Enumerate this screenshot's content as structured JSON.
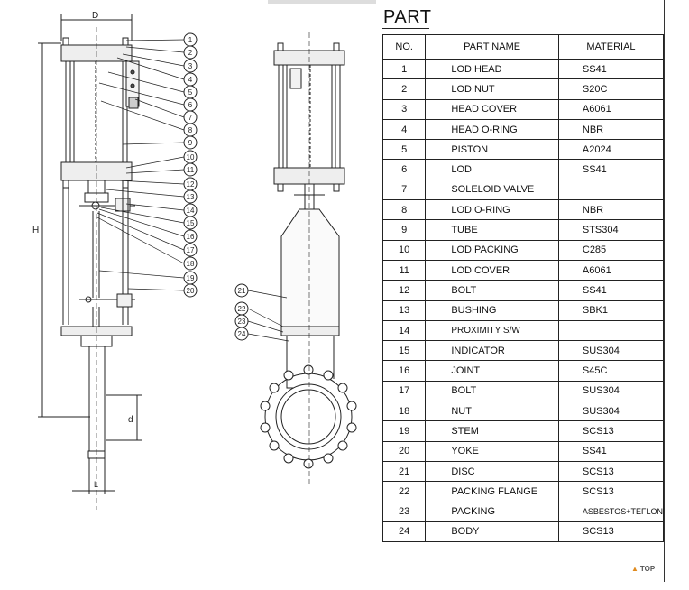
{
  "part_title": "PART",
  "columns": {
    "no": "NO.",
    "name": "PART  NAME",
    "material": "MATERIAL"
  },
  "parts": [
    {
      "no": "1",
      "name": "LOD HEAD",
      "material": "SS41"
    },
    {
      "no": "2",
      "name": "LOD NUT",
      "material": "S20C"
    },
    {
      "no": "3",
      "name": "HEAD COVER",
      "material": "A6061"
    },
    {
      "no": "4",
      "name": "HEAD O-RING",
      "material": "NBR"
    },
    {
      "no": "5",
      "name": "PISTON",
      "material": "A2024"
    },
    {
      "no": "6",
      "name": "LOD",
      "material": "SS41"
    },
    {
      "no": "7",
      "name": "SOLELOID VALVE",
      "material": ""
    },
    {
      "no": "8",
      "name": "LOD O-RING",
      "material": "NBR"
    },
    {
      "no": "9",
      "name": "TUBE",
      "material": "STS304"
    },
    {
      "no": "10",
      "name": "LOD PACKING",
      "material": "C285"
    },
    {
      "no": "11",
      "name": "LOD COVER",
      "material": "A6061"
    },
    {
      "no": "12",
      "name": "BOLT",
      "material": "SS41"
    },
    {
      "no": "13",
      "name": "BUSHING",
      "material": "SBK1"
    },
    {
      "no": "14",
      "name": "PROXIMITY S/W",
      "material": ""
    },
    {
      "no": "15",
      "name": "INDICATOR",
      "material": "SUS304"
    },
    {
      "no": "16",
      "name": "JOINT",
      "material": "S45C"
    },
    {
      "no": "17",
      "name": "BOLT",
      "material": "SUS304"
    },
    {
      "no": "18",
      "name": "NUT",
      "material": "SUS304"
    },
    {
      "no": "19",
      "name": "STEM",
      "material": "SCS13"
    },
    {
      "no": "20",
      "name": "YOKE",
      "material": "SS41"
    },
    {
      "no": "21",
      "name": "DISC",
      "material": "SCS13"
    },
    {
      "no": "22",
      "name": "PACKING FLANGE",
      "material": "SCS13"
    },
    {
      "no": "23",
      "name": "PACKING",
      "material": "ASBESTOS+TEFLON"
    },
    {
      "no": "24",
      "name": "BODY",
      "material": "SCS13"
    }
  ],
  "dimension_labels": {
    "d_top": "D",
    "h": "H",
    "d_small": "d",
    "l": "L"
  },
  "callouts": [
    "1",
    "2",
    "3",
    "4",
    "5",
    "6",
    "7",
    "8",
    "9",
    "10",
    "11",
    "12",
    "13",
    "14",
    "15",
    "16",
    "17",
    "18",
    "19",
    "20",
    "21",
    "22",
    "23",
    "24"
  ],
  "top_link": "TOP"
}
